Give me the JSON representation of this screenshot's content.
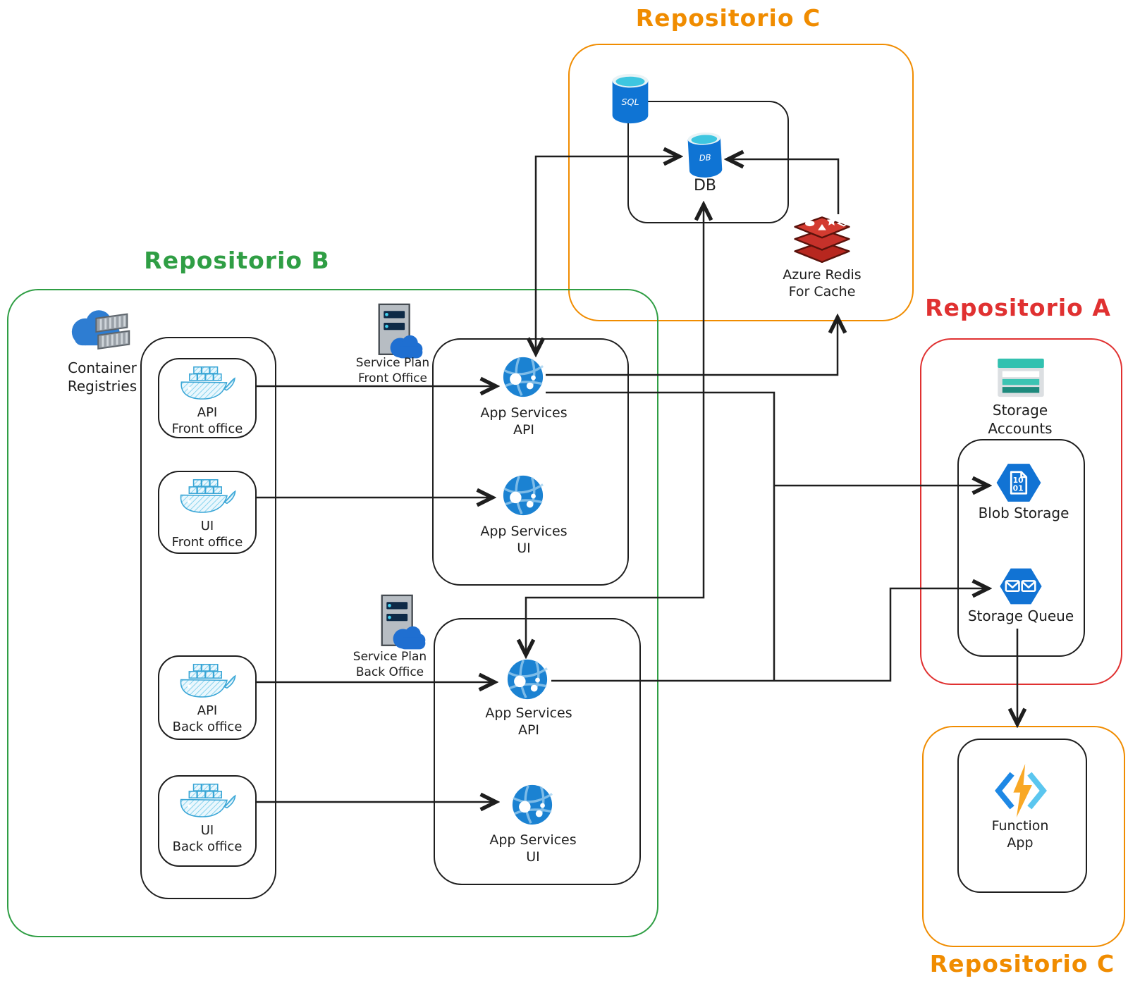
{
  "titles": {
    "repo_c_top": "Repositorio C",
    "repo_b": "Repositorio B",
    "repo_a": "Repositorio A",
    "repo_c_bottom": "Repositorio C"
  },
  "colors": {
    "orange": "#f08c00",
    "green": "#2f9e44",
    "red": "#e03131",
    "line": "#1e1e1e",
    "azure_blue": "#1b82d2",
    "docker_blue": "#57bfe6",
    "redis_red": "#c6312a",
    "teal": "#32c1b0",
    "bolt_orange": "#f9a825"
  },
  "nodes": {
    "container_registries": {
      "label_line1": "Container",
      "label_line2": "Registries"
    },
    "sql": {
      "text": "SQL"
    },
    "db": {
      "text": "DB",
      "label": "DB"
    },
    "redis": {
      "label_line1": "Azure Redis",
      "label_line2": "For Cache"
    },
    "docker_api_front": {
      "label_line1": "API",
      "label_line2": "Front office"
    },
    "docker_ui_front": {
      "label_line1": "UI",
      "label_line2": "Front office"
    },
    "docker_api_back": {
      "label_line1": "API",
      "label_line2": "Back office"
    },
    "docker_ui_back": {
      "label_line1": "UI",
      "label_line2": "Back office"
    },
    "service_plan_front": {
      "label_line1": "Service Plan",
      "label_line2": "Front Office"
    },
    "service_plan_back": {
      "label_line1": "Service Plan",
      "label_line2": "Back Office"
    },
    "app_services_api_front": {
      "label_line1": "App Services",
      "label_line2": "API"
    },
    "app_services_ui_front": {
      "label_line1": "App Services",
      "label_line2": "UI"
    },
    "app_services_api_back": {
      "label_line1": "App Services",
      "label_line2": "API"
    },
    "app_services_ui_back": {
      "label_line1": "App Services",
      "label_line2": "UI"
    },
    "storage_accounts": {
      "label_line1": "Storage",
      "label_line2": "Accounts"
    },
    "blob_storage": {
      "label": "Blob Storage",
      "glyph_line1": "10",
      "glyph_line2": "01"
    },
    "storage_queue": {
      "label": "Storage Queue"
    },
    "function_app": {
      "label_line1": "Function",
      "label_line2": "App"
    }
  },
  "connections": [
    {
      "from": "API Front office",
      "to": "App Services API (front)"
    },
    {
      "from": "UI Front office",
      "to": "App Services UI (front)"
    },
    {
      "from": "API Back office",
      "to": "App Services API (back)"
    },
    {
      "from": "UI Back office",
      "to": "App Services UI (back)"
    },
    {
      "from": "App Services API (front)",
      "to": "Azure Redis For Cache"
    },
    {
      "from": "Azure Redis For Cache",
      "to": "DB"
    },
    {
      "from": "DB",
      "to": "App Services API (front)",
      "bidirectional": true
    },
    {
      "from": "DB",
      "to": "App Services API (back)",
      "bidirectional": true
    },
    {
      "from": "App Services API (front)",
      "to": "Blob Storage"
    },
    {
      "from": "App Services API (back)",
      "to": "Blob Storage"
    },
    {
      "from": "App Services API (back)",
      "to": "Storage Queue"
    },
    {
      "from": "Storage Queue",
      "to": "Function App"
    }
  ]
}
